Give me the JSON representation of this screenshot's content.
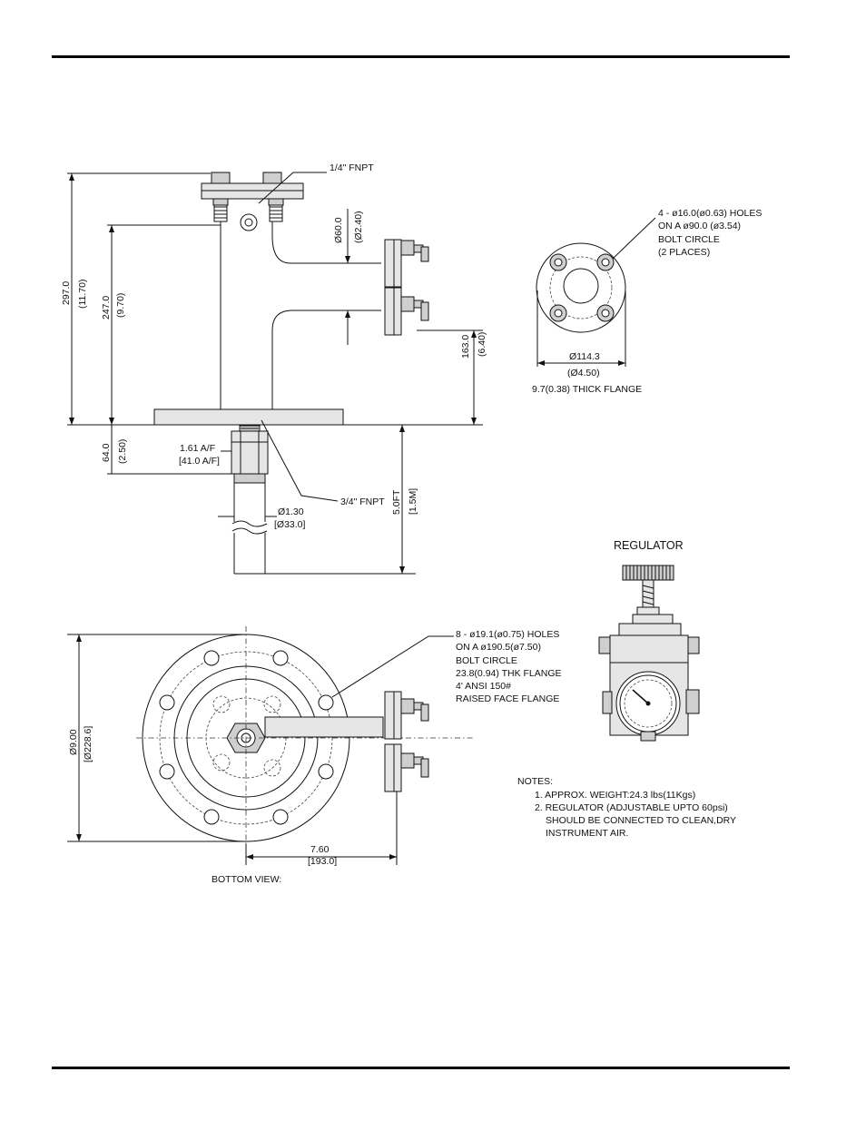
{
  "side_view": {
    "fnpt_top": "1/4\" FNPT",
    "fnpt_bottom": "3/4\" FNPT",
    "dim_297": "297.0",
    "dim_297_in": "(11.70)",
    "dim_247": "247.0",
    "dim_247_in": "(9.70)",
    "dim_60": "Ø60.0",
    "dim_60_in": "(Ø2.40)",
    "dim_163": "163.0",
    "dim_163_in": "(6.40)",
    "dim_64": "64.0",
    "dim_64_in": "(2.50)",
    "af_in": "1.61 A/F",
    "af_mm": "[41.0 A/F]",
    "dia_in": "Ø1.30",
    "dia_mm": "[Ø33.0]",
    "len_ft": "5.0FT",
    "len_m": "[1.5M]"
  },
  "small_flange": {
    "holes_1": "4 - ø16.0(ø0.63) HOLES",
    "holes_2": "ON A ø90.0 (ø3.54)",
    "holes_3": "BOLT CIRCLE",
    "holes_4": "(2 PLACES)",
    "dia": "Ø114.3",
    "dia_in": "(Ø4.50)",
    "thick": "9.7(0.38) THICK FLANGE"
  },
  "regulator": {
    "title": "REGULATOR"
  },
  "bottom_view": {
    "holes_1": "8 - ø19.1(ø0.75) HOLES",
    "holes_2": "ON A ø190.5(ø7.50)",
    "holes_3": "BOLT CIRCLE",
    "holes_4": "23.8(0.94) THK FLANGE",
    "holes_5": "4' ANSI 150#",
    "holes_6": "RAISED FACE FLANGE",
    "dia_in": "Ø9.00",
    "dia_mm": "[Ø228.6]",
    "width_in": "7.60",
    "width_mm": "[193.0]",
    "label": "BOTTOM VIEW:"
  },
  "notes": {
    "heading": "NOTES:",
    "n1": "1.  APPROX. WEIGHT:24.3 lbs(11Kgs)",
    "n2": "2. REGULATOR (ADJUSTABLE UPTO 60psi)",
    "n2b": "SHOULD BE CONNECTED TO CLEAN,DRY",
    "n2c": "INSTRUMENT AIR."
  },
  "colors": {
    "line": "#111111",
    "paper": "#ffffff"
  }
}
